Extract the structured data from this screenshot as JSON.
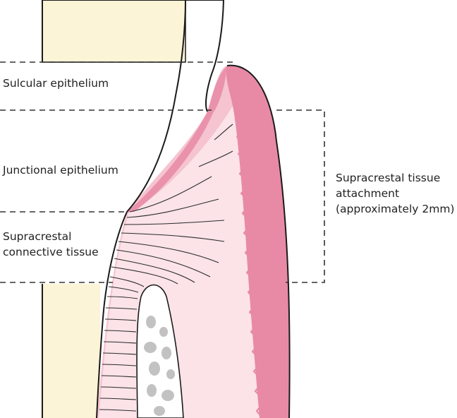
{
  "labels": {
    "sulcular_epithelium": "Sulcular epithelium",
    "junctional_epithelium": "Junctional epithelium",
    "supracrestal_connective_tissue": [
      "Supracrestal",
      "connective tissue"
    ],
    "supracrestal_tissue_attachment": [
      "Supracrestal tissue",
      "attachment",
      "(approximately 2mm)"
    ]
  },
  "colors": {
    "enamel": "#fcf4d6",
    "outline": "#1a1a1a",
    "gingiva_light": "#fbe3e8",
    "gingiva_medium": "#f5c4d0",
    "gingiva_dark": "#e88aa5",
    "bone": "#ffffff",
    "bone_marrow": "#c2c2c2",
    "dashed_line": "#333333",
    "fiber": "#2b2b2b"
  }
}
